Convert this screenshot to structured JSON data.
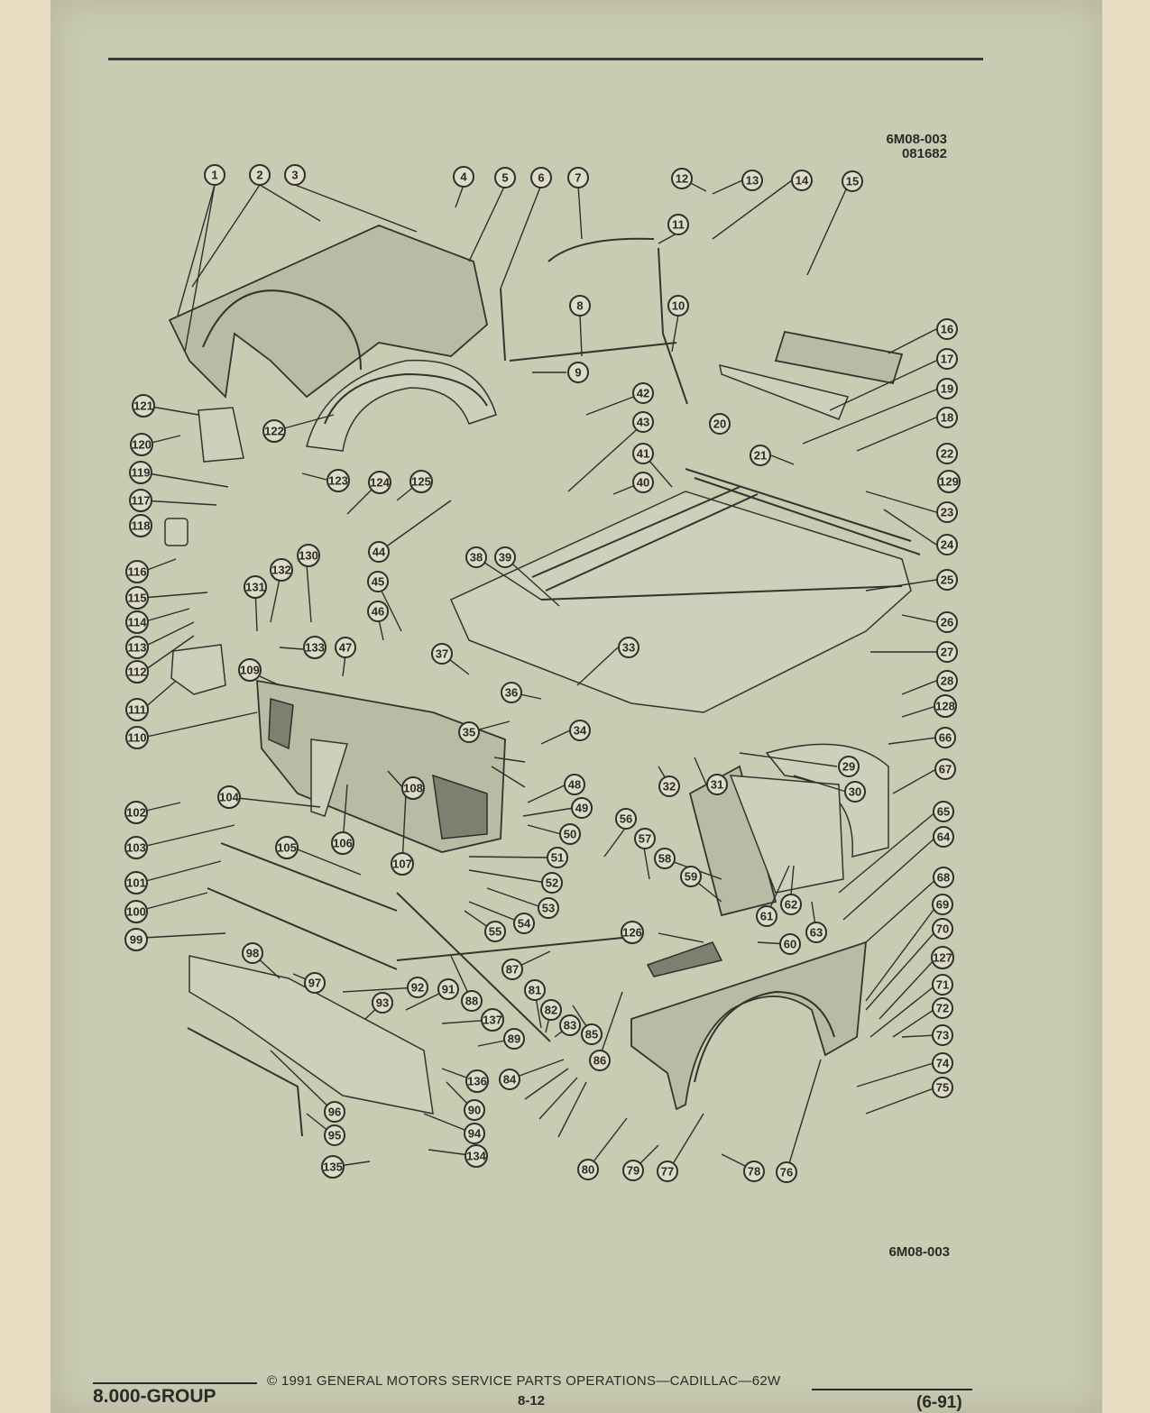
{
  "header": {
    "drawing_number": "6M08-003",
    "drawing_date": "081682"
  },
  "diagram": {
    "callouts": [
      "1",
      "2",
      "3",
      "4",
      "5",
      "6",
      "7",
      "8",
      "9",
      "10",
      "11",
      "12",
      "13",
      "14",
      "15",
      "16",
      "17",
      "18",
      "19",
      "20",
      "21",
      "22",
      "23",
      "24",
      "25",
      "26",
      "27",
      "28",
      "29",
      "30",
      "31",
      "32",
      "33",
      "34",
      "35",
      "36",
      "37",
      "38",
      "39",
      "40",
      "41",
      "42",
      "43",
      "44",
      "45",
      "46",
      "47",
      "48",
      "49",
      "50",
      "51",
      "52",
      "53",
      "54",
      "55",
      "56",
      "57",
      "58",
      "59",
      "60",
      "61",
      "62",
      "63",
      "64",
      "65",
      "66",
      "67",
      "68",
      "69",
      "70",
      "71",
      "72",
      "73",
      "74",
      "75",
      "76",
      "77",
      "78",
      "79",
      "80",
      "81",
      "82",
      "83",
      "84",
      "85",
      "86",
      "87",
      "88",
      "89",
      "90",
      "91",
      "92",
      "93",
      "94",
      "95",
      "96",
      "97",
      "98",
      "99",
      "100",
      "101",
      "102",
      "103",
      "104",
      "105",
      "106",
      "107",
      "108",
      "109",
      "110",
      "111",
      "112",
      "113",
      "114",
      "115",
      "116",
      "117",
      "118",
      "119",
      "120",
      "121",
      "122",
      "123",
      "124",
      "125",
      "126",
      "127",
      "128",
      "129",
      "130",
      "131",
      "132",
      "133",
      "134",
      "135",
      "136",
      "137"
    ]
  },
  "footer_drawing_number": "6M08-003",
  "footer": {
    "group": "8.000-GROUP",
    "copyright": "©  1991  GENERAL MOTORS SERVICE PARTS OPERATIONS—CADILLAC—62W",
    "page": "8-12",
    "date": "(6-91)"
  }
}
